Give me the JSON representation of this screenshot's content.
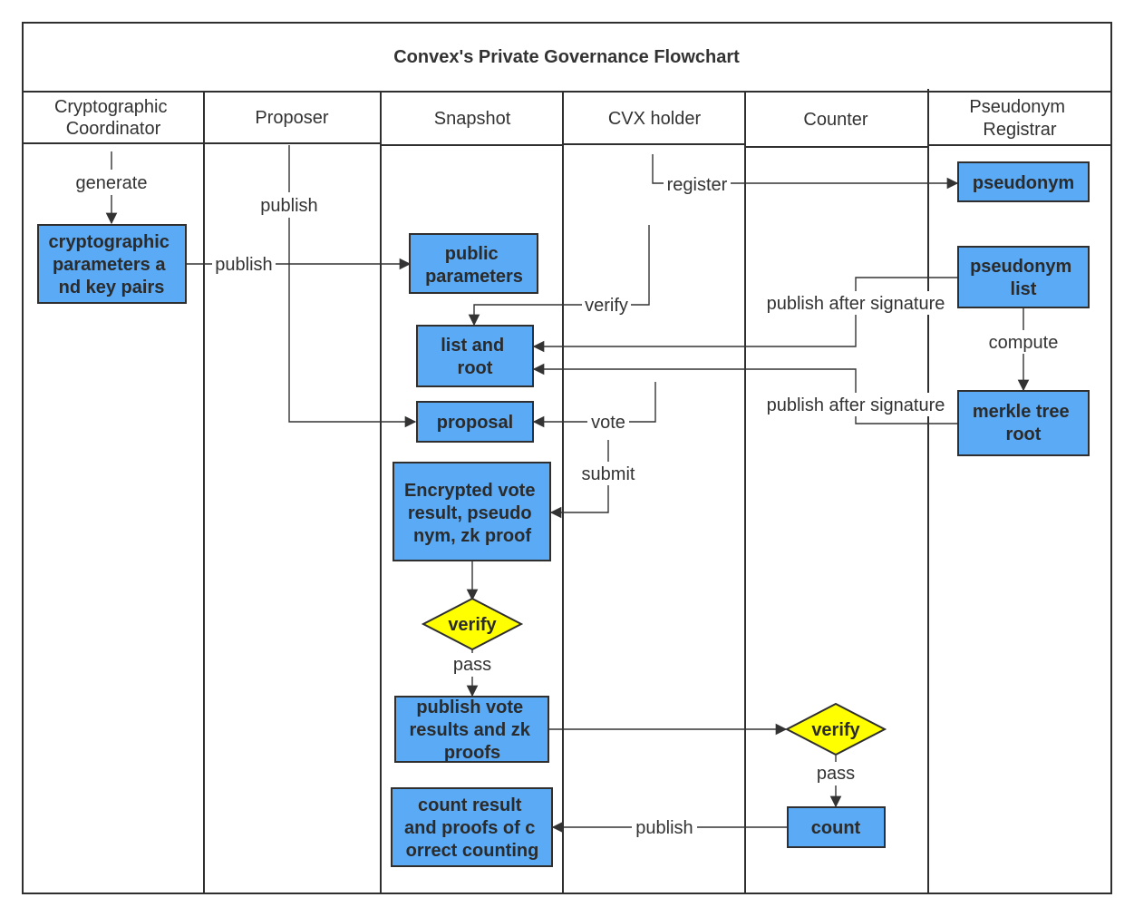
{
  "title": "Convex's Private Governance Flowchart",
  "lanes": [
    {
      "label": [
        "Cryptographic",
        "Coordinator"
      ]
    },
    {
      "label": [
        "Proposer"
      ]
    },
    {
      "label": [
        "Snapshot"
      ]
    },
    {
      "label": [
        "CVX holder"
      ]
    },
    {
      "label": [
        "Counter"
      ]
    },
    {
      "label": [
        "Pseudonym",
        "Registrar"
      ]
    }
  ],
  "nodes": {
    "crypto_params": [
      "cryptographic",
      "parameters a",
      "nd key pairs"
    ],
    "public_params": [
      "public",
      "parameters"
    ],
    "list_root": [
      "list and",
      "root"
    ],
    "proposal": [
      "proposal"
    ],
    "encrypted_vote": [
      "Encrypted vote",
      "result, pseudo",
      "nym, zk proof"
    ],
    "verify_snapshot": [
      "verify"
    ],
    "publish_results": [
      "publish vote",
      "results and zk",
      "proofs"
    ],
    "count_result": [
      "count result",
      "and proofs of c",
      "orrect counting"
    ],
    "pseudonym": [
      "pseudonym"
    ],
    "pseudonym_list": [
      "pseudonym",
      "list"
    ],
    "merkle_root": [
      "merkle tree",
      "root"
    ],
    "verify_counter": [
      "verify"
    ],
    "count": [
      "count"
    ]
  },
  "edges": {
    "generate": "generate",
    "publish_params": "publish",
    "publish_proposal": "publish",
    "register": "register",
    "verify": "verify",
    "publish_after_sig_1": "publish after signature",
    "publish_after_sig_2": "publish after signature",
    "compute": "compute",
    "vote": "vote",
    "submit": "submit",
    "pass_1": "pass",
    "pass_2": "pass",
    "publish_count": "publish"
  },
  "colors": {
    "process_fill": "#5aaaf5",
    "decision_fill": "#ffff00",
    "stroke": "#2f2f2f",
    "background": "#ffffff"
  }
}
